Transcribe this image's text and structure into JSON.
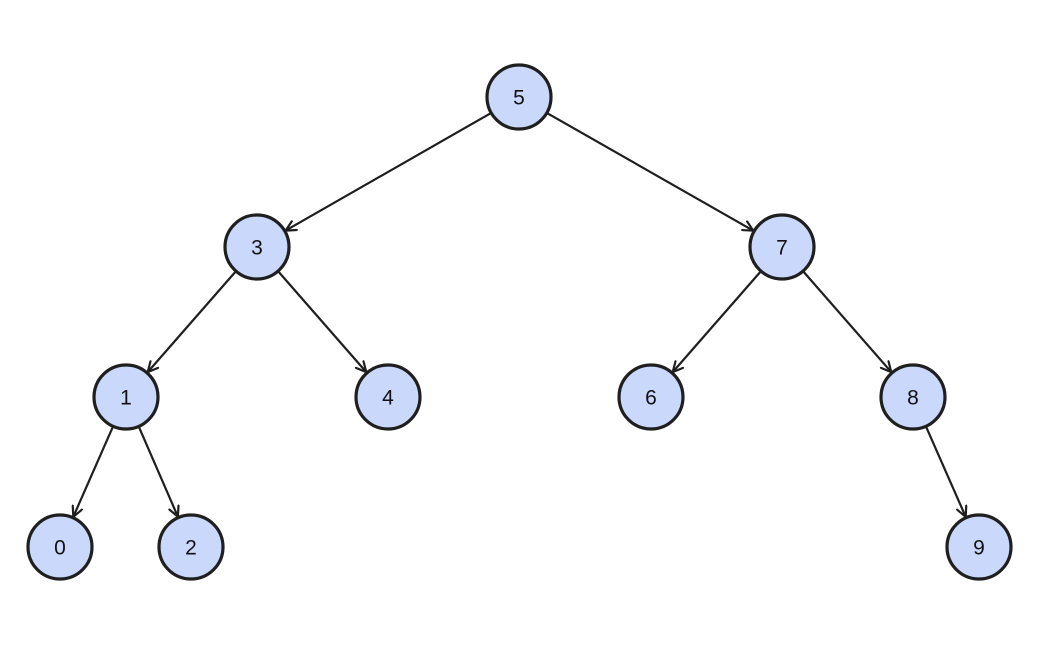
{
  "diagram": {
    "type": "binary-search-tree",
    "colors": {
      "node_fill": "#cad8fb",
      "node_stroke": "#1f1f1f",
      "edge": "#1f1f1f",
      "background": "#ffffff"
    },
    "nodes": [
      {
        "id": "n5",
        "label": "5"
      },
      {
        "id": "n3",
        "label": "3"
      },
      {
        "id": "n7",
        "label": "7"
      },
      {
        "id": "n1",
        "label": "1"
      },
      {
        "id": "n4",
        "label": "4"
      },
      {
        "id": "n6",
        "label": "6"
      },
      {
        "id": "n8",
        "label": "8"
      },
      {
        "id": "n0",
        "label": "0"
      },
      {
        "id": "n2",
        "label": "2"
      },
      {
        "id": "n9",
        "label": "9"
      }
    ],
    "edges": [
      {
        "from": "n5",
        "to": "n3"
      },
      {
        "from": "n5",
        "to": "n7"
      },
      {
        "from": "n3",
        "to": "n1"
      },
      {
        "from": "n3",
        "to": "n4"
      },
      {
        "from": "n7",
        "to": "n6"
      },
      {
        "from": "n7",
        "to": "n8"
      },
      {
        "from": "n1",
        "to": "n0"
      },
      {
        "from": "n1",
        "to": "n2"
      },
      {
        "from": "n8",
        "to": "n9"
      }
    ]
  }
}
